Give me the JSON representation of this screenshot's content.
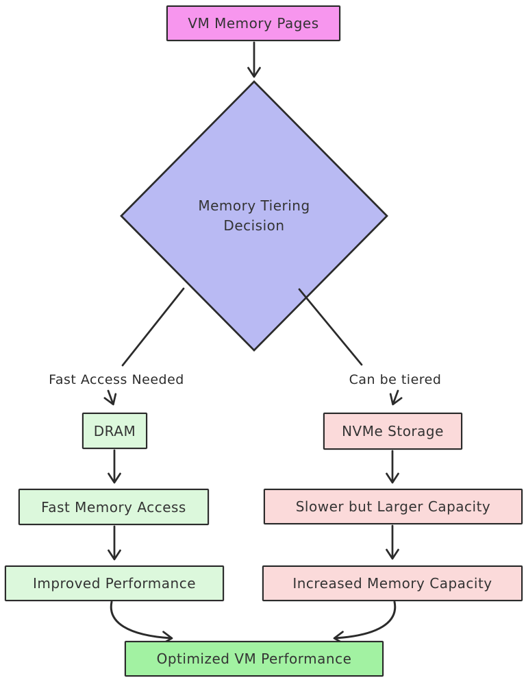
{
  "diagram": {
    "type": "flowchart",
    "background": "#ffffff",
    "stroke_color": "#2b2b2b",
    "text_color": "#333333",
    "nodes": {
      "vm_pages": {
        "label": "VM Memory Pages",
        "fill": "#f796ee",
        "shape": "rect"
      },
      "decision": {
        "label_line1": "Memory Tiering",
        "label_line2": "Decision",
        "fill": "#b9baf3",
        "shape": "diamond"
      },
      "dram": {
        "label": "DRAM",
        "fill": "#dcf8dc",
        "shape": "rect"
      },
      "fast_memory_access": {
        "label": "Fast Memory Access",
        "fill": "#dcf8dc",
        "shape": "rect"
      },
      "improved_performance": {
        "label": "Improved Performance",
        "fill": "#dcf8dc",
        "shape": "rect"
      },
      "nvme_storage": {
        "label": "NVMe Storage",
        "fill": "#fbdada",
        "shape": "rect"
      },
      "slower_larger": {
        "label": "Slower but Larger Capacity",
        "fill": "#fbdada",
        "shape": "rect"
      },
      "increased_capacity": {
        "label": "Increased Memory Capacity",
        "fill": "#fbdada",
        "shape": "rect"
      },
      "optimized": {
        "label": "Optimized VM Performance",
        "fill": "#a2f2a2",
        "shape": "rect"
      }
    },
    "edge_labels": {
      "left_branch": "Fast Access Needed",
      "right_branch": "Can be tiered"
    },
    "edges": [
      {
        "from": "vm_pages",
        "to": "decision"
      },
      {
        "from": "decision",
        "to": "dram",
        "label": "Fast Access Needed"
      },
      {
        "from": "decision",
        "to": "nvme_storage",
        "label": "Can be tiered"
      },
      {
        "from": "dram",
        "to": "fast_memory_access"
      },
      {
        "from": "fast_memory_access",
        "to": "improved_performance"
      },
      {
        "from": "nvme_storage",
        "to": "slower_larger"
      },
      {
        "from": "slower_larger",
        "to": "increased_capacity"
      },
      {
        "from": "improved_performance",
        "to": "optimized"
      },
      {
        "from": "increased_capacity",
        "to": "optimized"
      }
    ]
  }
}
